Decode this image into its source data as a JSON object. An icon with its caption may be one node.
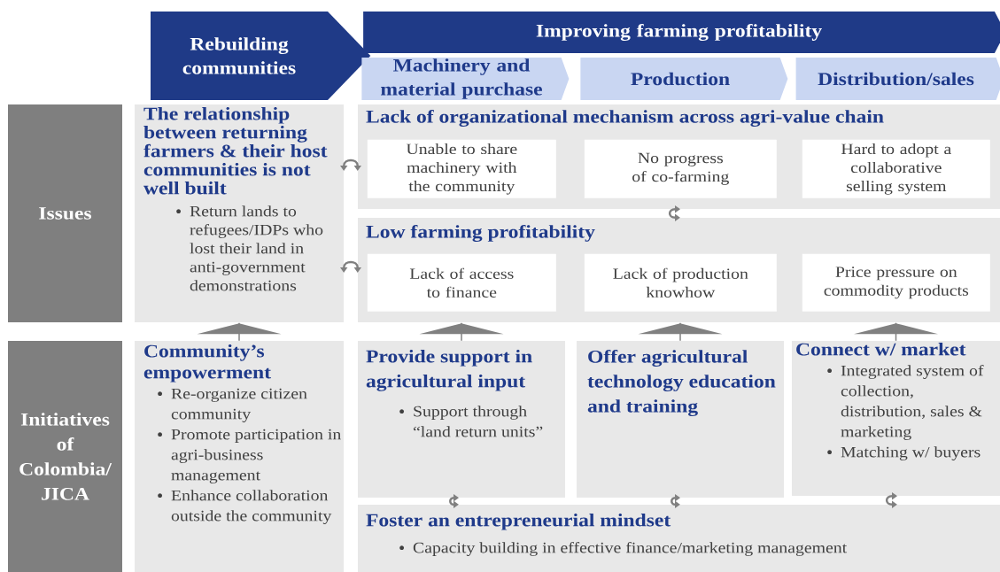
{
  "diagram": {
    "nodes": [
      {
        "text": [
          "Rebuilding communities"
        ]
      },
      {
        "text": [
          "Improving farming profitability"
        ]
      },
      {
        "text": [
          "Machinery and material purchase"
        ]
      },
      {
        "text": [
          "Production"
        ]
      },
      {
        "text": [
          "Distribution/sales"
        ]
      },
      {
        "text": [
          "Issues"
        ]
      },
      {
        "text": [
          "Initiatives of Colombia/ JICA"
        ]
      },
      {
        "text": [
          "The relationship between returning farmers & their host communities is not well built",
          "Return lands to refugees/IDPs who lost their land in anti-government demonstrations"
        ]
      },
      {
        "text": [
          "Lack of organizational mechanism across agri-value chain"
        ]
      },
      {
        "text": [
          "Unable to share machinery with the community"
        ],
        "in": 8
      },
      {
        "text": [
          "No progress of co-farming"
        ],
        "in": 8
      },
      {
        "text": [
          "Hard to adopt a collaborative selling system"
        ],
        "in": 8
      },
      {
        "text": [
          "Low farming profitability"
        ]
      },
      {
        "text": [
          "Lack of access to finance"
        ],
        "in": 12
      },
      {
        "text": [
          "Lack of production knowhow"
        ],
        "in": 12
      },
      {
        "text": [
          "Price pressure on commodity products"
        ],
        "in": 12
      },
      {
        "text": [
          "Community’s empowerment",
          "Re-organize citizen community",
          "Promote participation in agri-business management",
          "Enhance collaboration outside the community"
        ]
      },
      {
        "text": [
          "Provide support in agricultural input",
          "Support through “land return units”"
        ]
      },
      {
        "text": [
          "Offer agricultural technology education and training"
        ]
      },
      {
        "text": [
          "Connect w/ market",
          "Integrated system of collection, distribution, sales & marketing",
          "Matching w/ buyers"
        ]
      },
      {
        "text": [
          "Foster an entrepreneurial mindset",
          "Capacity building in effective finance/marketing management"
        ]
      }
    ],
    "edges": [
      {
        "from": 16,
        "to": 7,
        "arrow": "to"
      },
      {
        "from": 17,
        "to": 12,
        "arrow": "to"
      },
      {
        "from": 18,
        "to": 12,
        "arrow": "to"
      },
      {
        "from": 19,
        "to": 12,
        "arrow": "to"
      },
      {
        "from": 7,
        "to": 8,
        "arrow": "both"
      },
      {
        "from": 7,
        "to": 12,
        "arrow": "both"
      },
      {
        "from": 8,
        "to": 12,
        "arrow": "both"
      },
      {
        "from": 17,
        "to": 20,
        "arrow": "both"
      },
      {
        "from": 18,
        "to": 20,
        "arrow": "both"
      },
      {
        "from": 19,
        "to": 20,
        "arrow": "both"
      }
    ]
  }
}
